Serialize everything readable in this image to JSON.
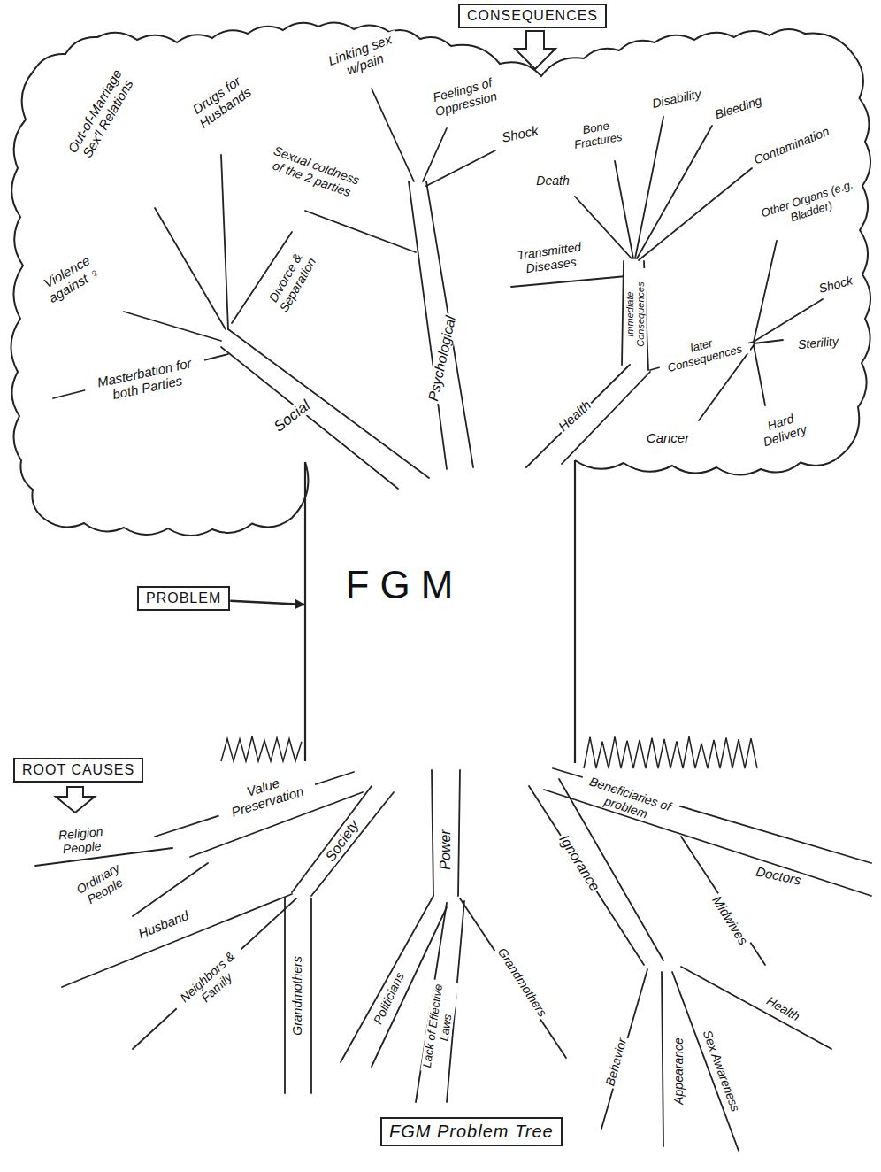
{
  "diagram": {
    "nodes": [
      {
        "text": [
          "CONSEQUENCES"
        ]
      },
      {
        "text": [
          "PROBLEM"
        ]
      },
      {
        "text": [
          "FGM"
        ]
      },
      {
        "text": [
          "ROOT CAUSES"
        ]
      },
      {
        "text": [
          "FGM Problem Tree"
        ]
      }
    ],
    "edges": [
      {
        "from": 1,
        "to": 2,
        "arrow": "to"
      }
    ],
    "labels": [
      "Out-of-Marriage Sex'l Relations",
      "Drugs for Husbands",
      "Violence against ♀",
      "Masterbation for both Parties",
      "Divorce & Separation",
      "Social",
      "Sexual coldness of the 2 parties",
      "Linking sex w/pain",
      "Feelings of Oppression",
      "Shock",
      "Psychological",
      "Death",
      "Bone Fractures",
      "Disability",
      "Bleeding",
      "Contamination",
      "Other Organs (e.g. Bladder)",
      "Transmitted Diseases",
      "Immediate Consequences",
      "Shock",
      "later Consequences",
      "Sterility",
      "Health",
      "Cancer",
      "Hard Delivery",
      "Religion People",
      "Value Preservation",
      "Ordinary People",
      "Society",
      "Husband",
      "Neighbors & Family",
      "Grandmothers",
      "Power",
      "Politicians",
      "Lack of Effective Laws",
      "Grandmothers",
      "Beneficiaries of problem",
      "Doctors",
      "Midwives",
      "Ignorance",
      "Behavior",
      "Appearance",
      "Sex Awareness",
      "Health"
    ]
  }
}
